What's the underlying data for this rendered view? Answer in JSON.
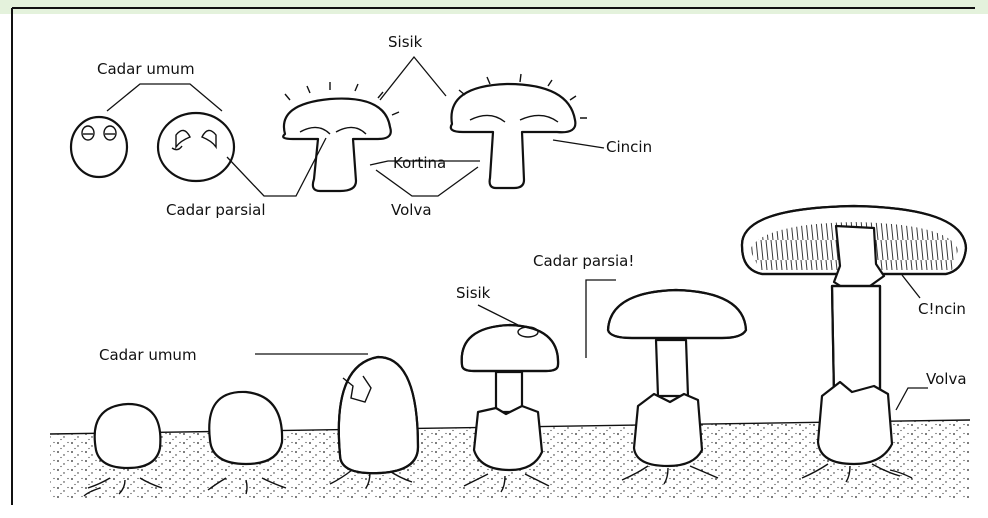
{
  "labels": {
    "cadar_umum_top": "Cadar umum",
    "sisik_top": "Sisik",
    "cincin_top": "Cincin",
    "kortina": "Kortina",
    "cadar_parsial_top": "Cadar parsial",
    "volva_top": "Volva",
    "cadar_parsial_bottom": "Cadar parsia!",
    "sisik_bottom": "Sisik",
    "cincin_bottom": "C!ncin",
    "cadar_umum_bottom": "Cadar umum",
    "volva_bottom": "Volva"
  },
  "colors": {
    "ink": "#111111",
    "paper": "#ffffff",
    "watermark": "#cfe6c4"
  }
}
